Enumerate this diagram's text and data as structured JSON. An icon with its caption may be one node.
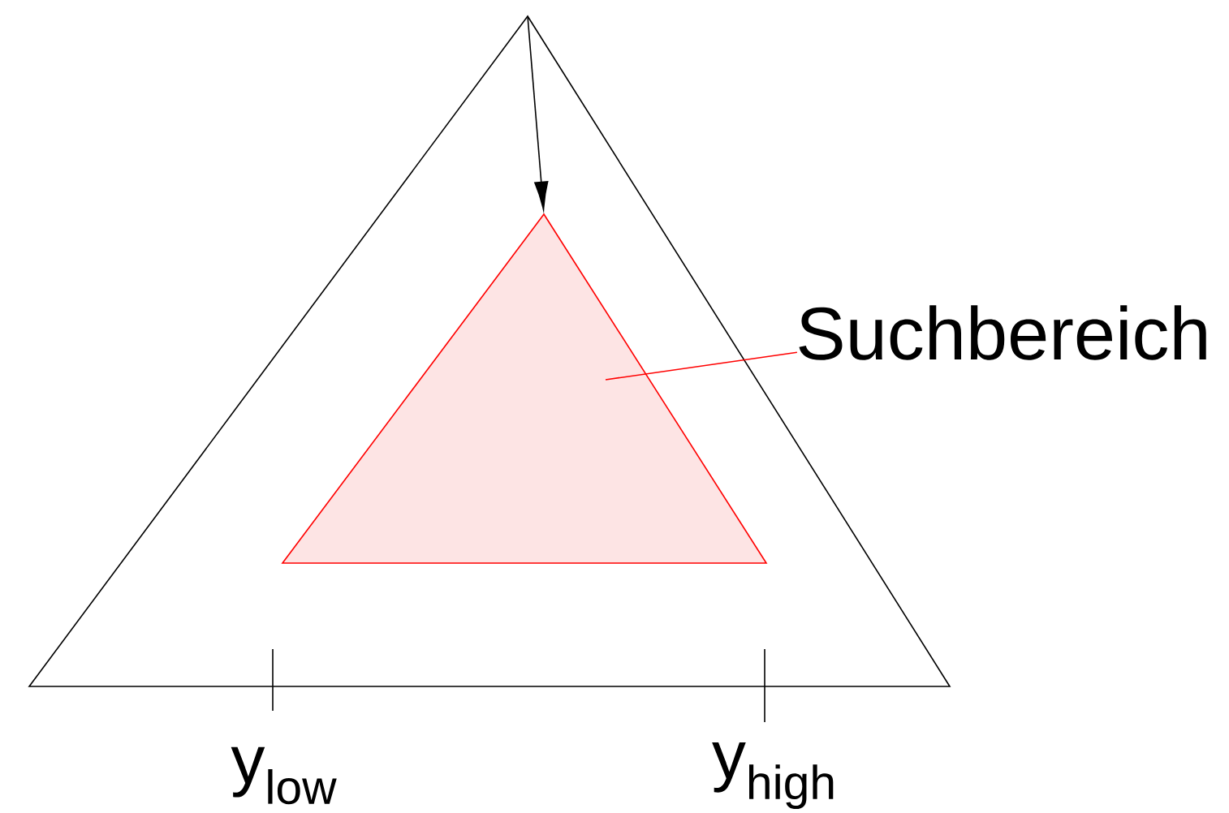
{
  "diagram": {
    "nodes": [
      {
        "text": [],
        "shape": "triangle"
      },
      {
        "text": [],
        "shape": "triangle",
        "in": 0
      },
      {
        "text": [
          "Suchbereich"
        ]
      }
    ],
    "edges": [
      {
        "from": 0,
        "to": 1,
        "arrow": "to"
      },
      {
        "from": 2,
        "to": 1,
        "arrow": "none",
        "color": "#ff0000"
      }
    ],
    "labels": [
      "y$_{low}$",
      "y$_{high}$"
    ]
  }
}
